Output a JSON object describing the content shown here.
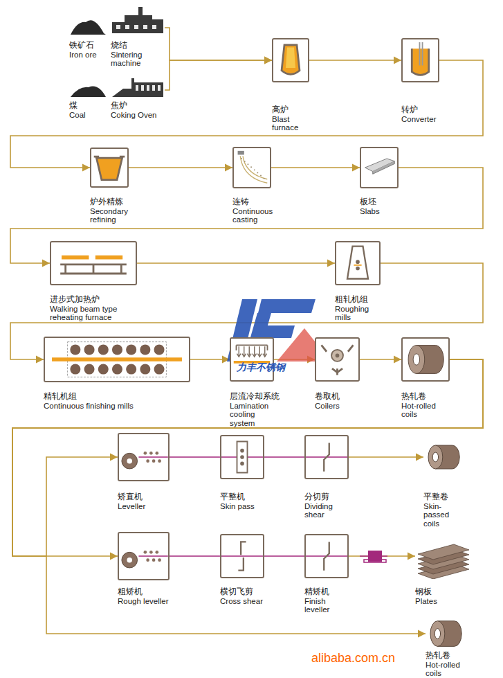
{
  "diagram": {
    "nodes": [
      {
        "text": [
          "铁矿石",
          "Iron ore"
        ]
      },
      {
        "text": [
          "烧结",
          "Sintering machine"
        ]
      },
      {
        "text": [
          "煤",
          "Coal"
        ]
      },
      {
        "text": [
          "焦炉",
          "Coking Oven"
        ]
      },
      {
        "text": [
          "高炉",
          "Blast furnace"
        ]
      },
      {
        "text": [
          "转炉",
          "Converter"
        ]
      },
      {
        "text": [
          "炉外精炼",
          "Secondary refining"
        ]
      },
      {
        "text": [
          "连铸",
          "Continuous casting"
        ]
      },
      {
        "text": [
          "板坯",
          "Slabs"
        ]
      },
      {
        "text": [
          "进步式加热炉",
          "Walking beam type reheating furnace"
        ]
      },
      {
        "text": [
          "粗轧机组",
          "Roughing mills"
        ]
      },
      {
        "text": [
          "精轧机组",
          "Continuous finishing mills"
        ]
      },
      {
        "text": [
          "层流冷却系统",
          "Lamination cooling system"
        ]
      },
      {
        "text": [
          "卷取机",
          "Coilers"
        ]
      },
      {
        "text": [
          "热轧卷",
          "Hot-rolled coils"
        ]
      },
      {
        "text": [
          "矫直机",
          "Leveller"
        ]
      },
      {
        "text": [
          "平整机",
          "Skin pass"
        ]
      },
      {
        "text": [
          "分切剪",
          "Dividing shear"
        ]
      },
      {
        "text": [
          "平整卷",
          "Skin-passed coils"
        ]
      },
      {
        "text": [
          "粗矫机",
          "Rough leveller"
        ]
      },
      {
        "text": [
          "横切飞剪",
          "Cross shear"
        ]
      },
      {
        "text": [
          "精矫机",
          "Finish leveller"
        ]
      },
      {
        "text": [
          "钢板",
          "Plates"
        ]
      },
      {
        "text": [
          "热轧卷",
          "Hot-rolled coils"
        ]
      }
    ],
    "edges": [
      {
        "from": 1,
        "to": 4,
        "arrow": "to"
      },
      {
        "from": 3,
        "to": 4,
        "arrow": "to"
      },
      {
        "from": 4,
        "to": 5,
        "arrow": "to"
      },
      {
        "from": 5,
        "to": 6,
        "arrow": "to"
      },
      {
        "from": 6,
        "to": 7,
        "arrow": "to"
      },
      {
        "from": 7,
        "to": 8,
        "arrow": "to"
      },
      {
        "from": 8,
        "to": 9,
        "arrow": "to"
      },
      {
        "from": 9,
        "to": 10,
        "arrow": "to"
      },
      {
        "from": 10,
        "to": 11,
        "arrow": "to"
      },
      {
        "from": 11,
        "to": 12,
        "arrow": "to"
      },
      {
        "from": 12,
        "to": 13,
        "arrow": "to"
      },
      {
        "from": 13,
        "to": 14,
        "arrow": "to"
      },
      {
        "from": 14,
        "to": 15,
        "arrow": "to"
      },
      {
        "from": 15,
        "to": 16,
        "arrow": "none"
      },
      {
        "from": 16,
        "to": 17,
        "arrow": "none"
      },
      {
        "from": 17,
        "to": 18,
        "arrow": "to"
      },
      {
        "from": 14,
        "to": 19,
        "arrow": "to"
      },
      {
        "from": 19,
        "to": 20,
        "arrow": "none"
      },
      {
        "from": 20,
        "to": 21,
        "arrow": "none"
      },
      {
        "from": 21,
        "to": 22,
        "arrow": "to"
      },
      {
        "from": 14,
        "to": 23,
        "arrow": "to"
      }
    ],
    "labels": [
      "力丰不锈钢",
      "alibaba.com.cn"
    ]
  }
}
